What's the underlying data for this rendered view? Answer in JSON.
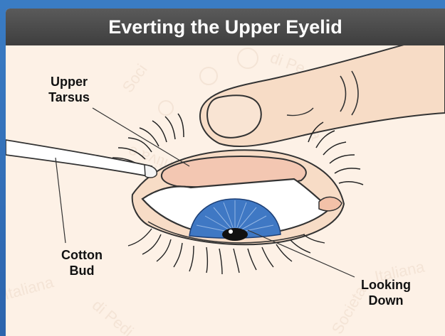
{
  "title": "Everting the Upper Eyelid",
  "labels": {
    "upper_tarsus_line1": "Upper",
    "upper_tarsus_line2": "Tarsus",
    "cotton_bud_line1": "Cotton",
    "cotton_bud_line2": "Bud",
    "looking_down_line1": "Looking",
    "looking_down_line2": "Down"
  },
  "watermark": "Società Italiana di Pediatria Preventiva e Sociale",
  "colors": {
    "frame": "#2f6fb6",
    "title_bar": "#4a4a4a",
    "background": "#fdf1e6",
    "skin": "#f7dcc6",
    "tarsus": "#f3c7b2",
    "iris": "#3f78c4"
  }
}
